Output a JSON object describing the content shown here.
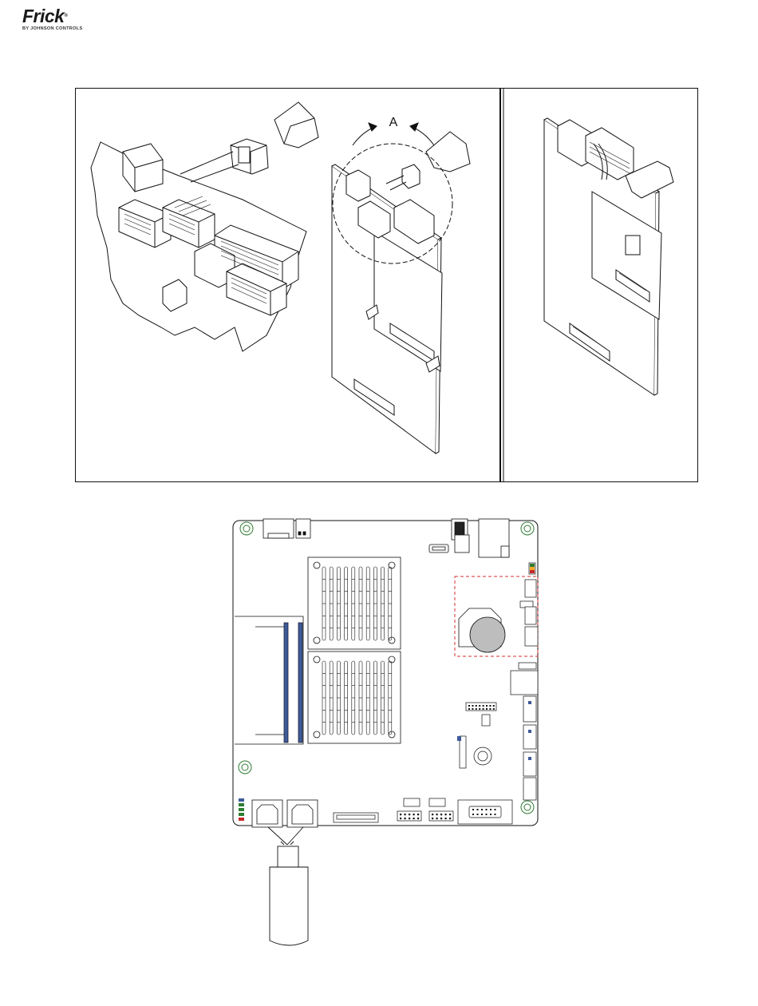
{
  "header": {
    "brand": "Frick",
    "brand_mark": "®",
    "subtitle": "BY JOHNSON CONTROLS"
  },
  "figure_top": {
    "callout_label": "A"
  }
}
